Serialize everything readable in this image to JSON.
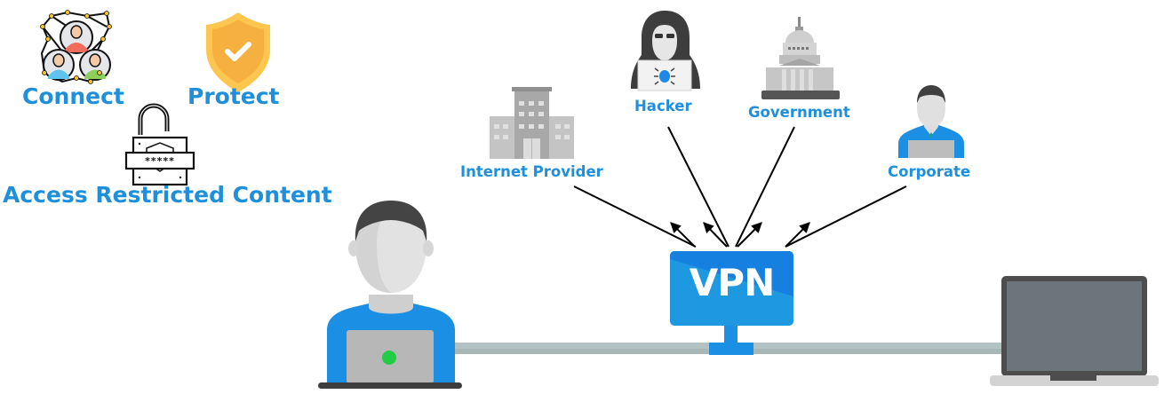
{
  "diagram": {
    "title": "VPN overview",
    "benefits": [
      {
        "label": "Connect",
        "icon": "network-people-icon"
      },
      {
        "label": "Protect",
        "icon": "shield-check-icon"
      },
      {
        "label": "Access Restricted Content",
        "icon": "unlocked-padlock-icon"
      }
    ],
    "observers": [
      {
        "label": "Internet Provider",
        "icon": "office-building-icon"
      },
      {
        "label": "Hacker",
        "icon": "hooded-hacker-icon"
      },
      {
        "label": "Government",
        "icon": "capitol-building-icon"
      },
      {
        "label": "Corporate",
        "icon": "businessman-icon"
      }
    ],
    "vpn": {
      "label": "VPN",
      "icon": "vpn-monitor-icon"
    },
    "user": {
      "icon": "user-with-laptop-icon",
      "status_color": "#22cc44"
    },
    "destination": {
      "icon": "laptop-icon"
    },
    "colors": {
      "accent": "#1e90db",
      "vpn_blue": "#1a8fe3",
      "cable": "#b3c2c2",
      "arrow": "#000000"
    }
  }
}
